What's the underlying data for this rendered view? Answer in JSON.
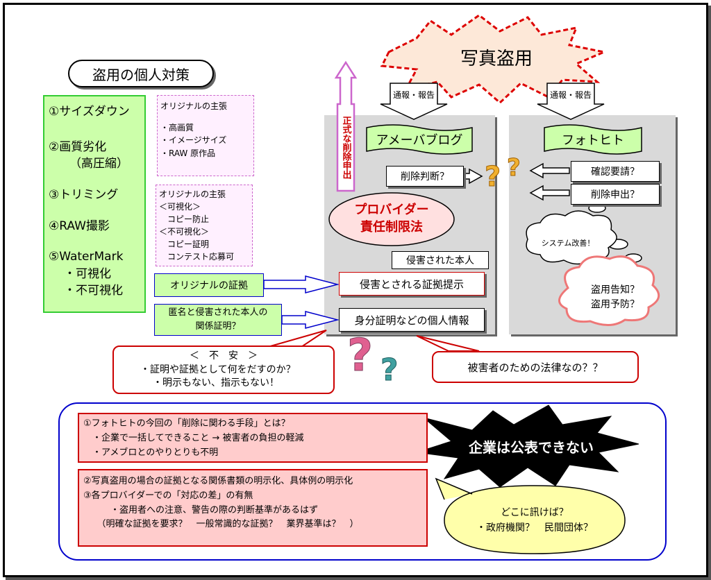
{
  "title": "盗用の個人対策",
  "explosion": "写真盗用",
  "methods": [
    "①サイズダウン",
    "②画質劣化",
    "（高圧縮）",
    "③トリミング",
    "④RAW撮影",
    "⑤WaterMark",
    "・可視化",
    "・不可視化"
  ],
  "claim1": {
    "head": "オリジナルの主張",
    "items": [
      "・高画質",
      "・イメージサイズ",
      "・RAW 原作品"
    ]
  },
  "claim2": {
    "lines": [
      "オリジナルの主張",
      "＜可視化＞",
      "　コピー防止",
      "＜不可視化＞",
      "　コピー証明",
      "　コンテスト応募可"
    ]
  },
  "evidence_box": "オリジナルの証拠",
  "anon_box": [
    "匿名と侵害された本人の",
    "関係証明？"
  ],
  "report_label": "通報・報告",
  "ameba": "アメーバブログ",
  "photohito": "フォトヒト",
  "official_request": "正式な削除申出",
  "delete_judge": "削除判断？",
  "confirm_request": "確認要請？",
  "delete_request": "削除申出？",
  "system_fix": "システム改善！",
  "provider_law": [
    "プロバイダー",
    "責任制限法"
  ],
  "victim_self": "侵害された本人",
  "evidence_submit": "侵害とされる証拠提示",
  "id_info": "身分証明などの個人情報",
  "theft_notice": [
    "盗用告知？",
    "盗用予防？"
  ],
  "anxiety": {
    "head": "＜　不　安　＞",
    "lines": [
      "・証明や証拠として何をだすのか？",
      "・明示もない、指示もない！"
    ]
  },
  "victim_law": "被害者のための法律なの？？",
  "bottom1": [
    "①フォトヒトの今回の「削除に関わる手段」とは？",
    "　・企業で一括してできること → 被害者の負担の軽減",
    "　・アメブロとのやりとりも不明"
  ],
  "bottom2": [
    "②写真盗用の場合の証拠となる関係書類の明示化、具体例の明示化",
    "③各プロバイダーでの「対応の差」の有無",
    "　　　・盗用者への注意、警告の際の判断基準があるはず",
    "　　（明確な証拠を要求？　一般常識的な証拠？　業界基準は？　）"
  ],
  "company": "企業は公表できない",
  "where_ask": [
    "どこに訊けば？",
    "・政府機関？　民間団体？"
  ],
  "colors": {
    "green_fill": "#ccffaa",
    "green_border": "#33cc33",
    "red": "#cc0000",
    "pink_fill": "#ffcccc",
    "yellow_fill": "#ffffaa",
    "gray_panel": "#d9d9d9",
    "magenta": "#cc66cc",
    "blue": "#0000cc"
  }
}
